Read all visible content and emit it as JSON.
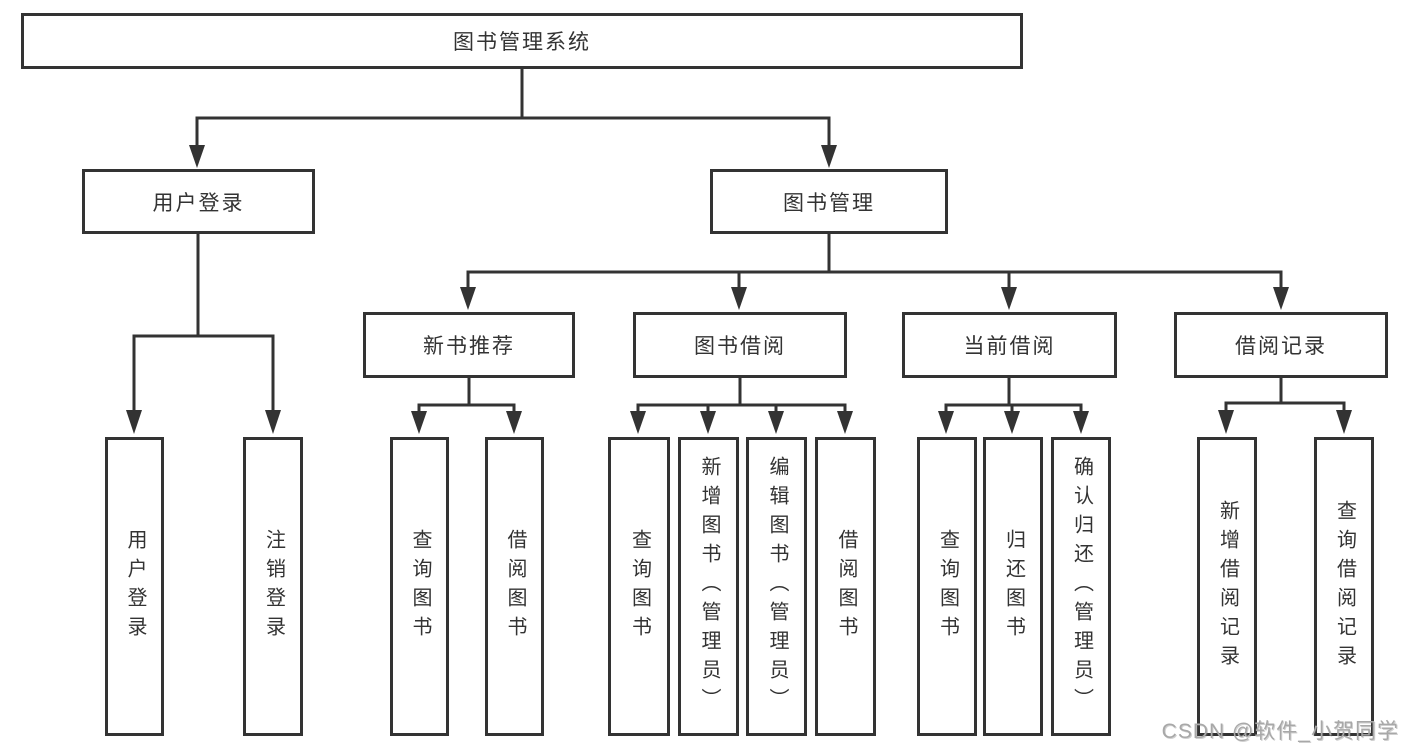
{
  "tree": {
    "root": {
      "label": "图书管理系统"
    },
    "branches": [
      {
        "label": "用户登录",
        "leaves": [
          {
            "label": "用户登录"
          },
          {
            "label": "注销登录"
          }
        ]
      },
      {
        "label": "图书管理",
        "sections": [
          {
            "label": "新书推荐",
            "leaves": [
              {
                "label": "查询图书"
              },
              {
                "label": "借阅图书"
              }
            ]
          },
          {
            "label": "图书借阅",
            "leaves": [
              {
                "label": "查询图书"
              },
              {
                "label": "新增图书（管理员）"
              },
              {
                "label": "编辑图书（管理员）"
              },
              {
                "label": "借阅图书"
              }
            ]
          },
          {
            "label": "当前借阅",
            "leaves": [
              {
                "label": "查询图书"
              },
              {
                "label": "归还图书"
              },
              {
                "label": "确认归还（管理员）"
              }
            ]
          },
          {
            "label": "借阅记录",
            "leaves": [
              {
                "label": "新增借阅记录"
              },
              {
                "label": "查询借阅记录"
              }
            ]
          }
        ]
      }
    ]
  },
  "watermark": {
    "text": "CSDN @软件_小贺同学"
  },
  "colors": {
    "line": "#333333",
    "text": "#333333",
    "watermark": "#a8a8a8",
    "background": "#ffffff"
  }
}
